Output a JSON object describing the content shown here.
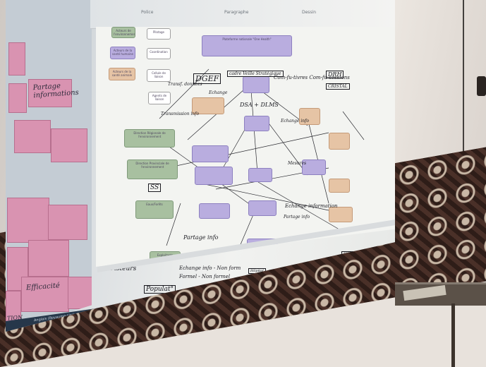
{
  "ribbon": {
    "tab_police": "Police",
    "tab_paragraphe": "Paragraphe",
    "tab_dessin": "Dessin"
  },
  "sidebar": {
    "sticky_partage": "Partage informations",
    "sticky_efficacite": "Efficacité",
    "sticky_tion": "TION"
  },
  "legend": {
    "acteurs_env": "Acteurs de l'environnement",
    "acteurs_sante": "Acteurs de la santé humaine",
    "acteurs_animale": "Acteurs de la santé animale",
    "pilotage": "Pilotage",
    "coordination": "Coordination",
    "cellule_liaison": "Cellule de liaison",
    "agents": "Agents de liaison"
  },
  "nodes": {
    "plateforme": "Plateforme nationale \"One Health\"",
    "direction_regionale": "Direction Régionale de l'environnement",
    "direction_provinciale": "Direction Provinciale de l'environnement",
    "eaux_forets": "Eaux/Forêts",
    "exploitants": "Exploitants"
  },
  "handwriting": {
    "dgef": "DGEF",
    "tranf_donnees": "Transf. données",
    "echange": "Echange",
    "cadre_veille": "cadre Veille Stratégique",
    "com_fu": "Com-fu-tivres Com-fu-sessions",
    "drh": "DRH",
    "dsa_dlms": "DSA + DLMS",
    "cristal": "CRISTAL",
    "echange_info": "Echange info",
    "mesures": "Mesures",
    "transmission": "Transmission info",
    "ss": "SS",
    "echange_information": "Echange information",
    "partage_info": "Partage info",
    "partage_info_2": "Partage info",
    "echange_info_non_form": "Echange info - Non form",
    "formel_non_formel": "Formel - Non formel",
    "pisteurs": "Pisteurs",
    "population": "Populat°",
    "hopital": "Hôpital",
    "hopital2": "Hôpital"
  },
  "taskbar": {
    "window_label": "Anglais (Royaume-Uni)"
  },
  "colors": {
    "green_node": "#a8c0a0",
    "purple_node": "#b9addf",
    "orange_node": "#e6c4a5",
    "sticky": "#d993b1"
  }
}
